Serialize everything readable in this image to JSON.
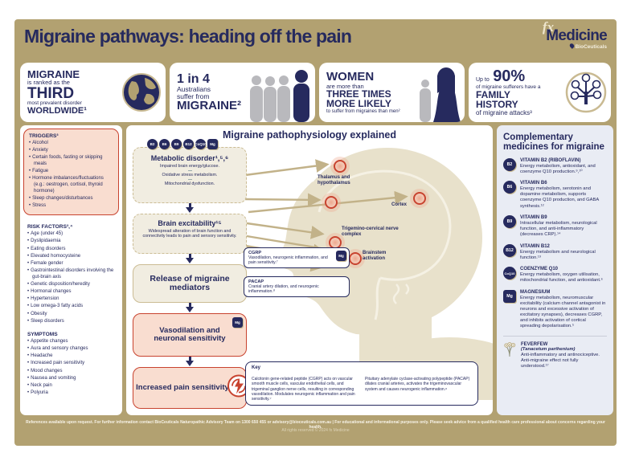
{
  "header": {
    "title": "Migraine pathways: heading off the pain",
    "logo": {
      "fx": "fx",
      "name": "Medicine",
      "sub": "BioCeuticals"
    }
  },
  "stats": [
    {
      "w1": "MIGRAINE",
      "w2": "is ranked as the",
      "w3": "THIRD",
      "w4": "most prevalent disorder",
      "w5": "WORLDWIDE¹",
      "icon": "globe"
    },
    {
      "w1": "1 in 4",
      "w2": "Australians",
      "w3": "suffer from",
      "w4": "MIGRAINE²",
      "icon": "people"
    },
    {
      "w1": "WOMEN",
      "w2": "are more than",
      "w3": "THREE TIMES",
      "w4": "MORE LIKELY",
      "w5": "to suffer from migraines than men²",
      "icon": "woman"
    },
    {
      "w0": "Up to",
      "w1": "90%",
      "w2": "of migraine sufferers have a",
      "w3": "FAMILY",
      "w4": "HISTORY",
      "w5": "of migraine attacks³",
      "icon": "family-tree"
    }
  ],
  "sidebar": {
    "triggers": {
      "heading": "TRIGGERS³",
      "items": [
        "Alcohol",
        "Anxiety",
        "Certain foods, fasting or skipping meals",
        "Fatigue",
        "Hormone imbalances/fluctuations (e.g.: oestrogen, cortisol, thyroid hormone)",
        "Sleep changes/disturbances",
        "Stress"
      ]
    },
    "risk_factors": {
      "heading": "RISK FACTORS³,⁴",
      "items": [
        "Age (under 45)",
        "Dyslipidaemia",
        "Eating disorders",
        "Elevated homocysteine",
        "Female gender",
        "Gastrointestinal disorders involving the gut-brain axis",
        "Genetic disposition/heredity",
        "Hormonal changes",
        "Hypertension",
        "Low omega-3 fatty acids",
        "Obesity",
        "Sleep disorders"
      ]
    },
    "symptoms": {
      "heading": "SYMPTOMS",
      "items": [
        "Appetite changes",
        "Aura and sensory changes",
        "Headache",
        "Increased pain sensitivity",
        "Mood changes",
        "Nausea and vomiting",
        "Neck pain",
        "Polyuria"
      ]
    }
  },
  "pathway": {
    "title": "Migraine pathophysiology explained",
    "badges": [
      "B2",
      "B6",
      "B9",
      "B12",
      "CoQ10",
      "Mg"
    ],
    "steps": {
      "metabolic": {
        "title": "Metabolic disorder¹,⁵,⁶",
        "lines": [
          "Impaired brain energy/glucose.",
          "Oxidative stress metabolism.",
          "Mitochondrial dysfunction."
        ]
      },
      "excitability": {
        "title": "Brain excitability¹⁵",
        "line": "Widespread alteration of brain function and connectivity leads to pain and sensory sensitivity."
      },
      "release": {
        "title": "Release of migraine mediators"
      },
      "vasodilation": {
        "title": "Vasodilation and neuronal sensitivity",
        "badge": "Mg"
      },
      "pain": {
        "title": "Increased pain sensitivity"
      }
    },
    "mediators": {
      "cgrp": {
        "name": "CGRP",
        "desc": "Vasodilation, neurogenic inflammation, and pain sensitivity.⁷",
        "badge": "Mg"
      },
      "pacap": {
        "name": "PACAP",
        "desc": "Cranial artery dilation, and neurogenic inflammation.⁸"
      }
    },
    "brain": {
      "labels": [
        "Thalamus and hypothalamus",
        "Cortex",
        "Trigemino-cervical nerve complex",
        "Brainstem activation"
      ]
    },
    "key": {
      "heading": "Key",
      "cgrp": "Calcitonin gene-related peptide (CGRP) acts on vascular smooth muscle cells, vascular endothelial cells, and trigeminal ganglion nerve cells, resulting in corresponding vasodilation. Modulates neurogenic inflammation and pain sensitivity.⁷",
      "pacap": "Pituitary adenylate cyclase-activating polypeptide (PACAP) dilates cranial arteries, activates the trigeminovascular system and causes neurogenic inflammation.⁸"
    }
  },
  "medicines": {
    "title": "Complementary medicines for migraine",
    "items": [
      {
        "badge": "B2",
        "name": "VITAMIN B2 (RIBOFLAVIN)",
        "desc": "Energy metabolism, antioxidant, and coenzyme Q10 production.⁹,¹⁰"
      },
      {
        "badge": "B6",
        "name": "VITAMIN B6",
        "desc": "Energy metabolism, serotonin and dopamine metabolism, supports coenzyme Q10 production, and GABA synthesis.¹²"
      },
      {
        "badge": "B9",
        "name": "VITAMIN B9",
        "desc": "Intracellular metabolism, neurological function, and anti-inflammatory (decreases CRP).¹⁴"
      },
      {
        "badge": "B12",
        "name": "VITAMIN B12",
        "desc": "Energy metabolism and neurological function.¹³"
      },
      {
        "badge": "CoQ10",
        "name": "COENZYME Q10",
        "desc": "Energy metabolism, oxygen utilisation, mitochondrial function, and antioxidant.⁶"
      },
      {
        "badge": "Mg",
        "name": "MAGNESIUM",
        "desc": "Energy metabolism, neuromuscular excitability (calcium channel antagonist in neurons and excessive activation of excitatory synapses), decreases CGRP, and inhibits activation of cortical spreading depolarisation.⁵"
      },
      {
        "badge": "",
        "name": "FEVERFEW",
        "latin": "(Tanacetum parthenium)",
        "desc": "Anti-inflammatory and antinociceptive. Anti-migraine effect not fully understood.¹⁷"
      }
    ]
  },
  "footer": {
    "line1": "References available upon request. For further information contact BioCeuticals Naturopathic Advisory Team on 1300 650 455 or advisory@bioceuticals.com.au | For educational and informational purposes only. Please seek advice from a qualified health care professional about concerns regarding your health.",
    "line2": "All rights reserved © 2024 fx Medicine"
  },
  "colors": {
    "tan": "#b2a171",
    "navy": "#262a5e",
    "red": "#c8432f",
    "pink": "#f9ddd0",
    "cream": "#f1ede1",
    "panel_blue": "#e9ecf4",
    "beige": "#e8e1cb"
  }
}
